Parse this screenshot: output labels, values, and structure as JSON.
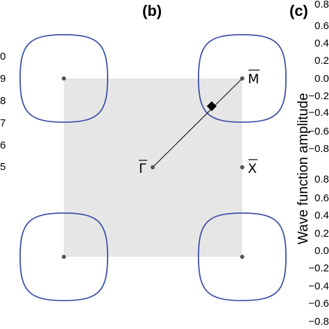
{
  "panels": {
    "b_label": "(b)",
    "c_label": "(c)"
  },
  "left_ticks": [
    "0",
    "9",
    "8",
    "7",
    "6",
    "5"
  ],
  "right_axis": {
    "title": "Wave function amplitude",
    "upper_ticks": [
      "0.8",
      "0.6",
      "0.4",
      "0.2",
      "0.0",
      "−0.2",
      "−0.4",
      "−0.6",
      "−0.8"
    ],
    "lower_ticks": [
      "0.8",
      "0.6",
      "0.4",
      "0.2",
      "0.0",
      "−0.2",
      "−0.4",
      "−0.6",
      "−0.8"
    ]
  },
  "brillouin_zone": {
    "fill_color": "#e6e6e6",
    "contour_color": "#3f51a8",
    "point_color": "#555555",
    "labels": {
      "gamma": "Γ",
      "m": "M",
      "x": "X"
    }
  }
}
